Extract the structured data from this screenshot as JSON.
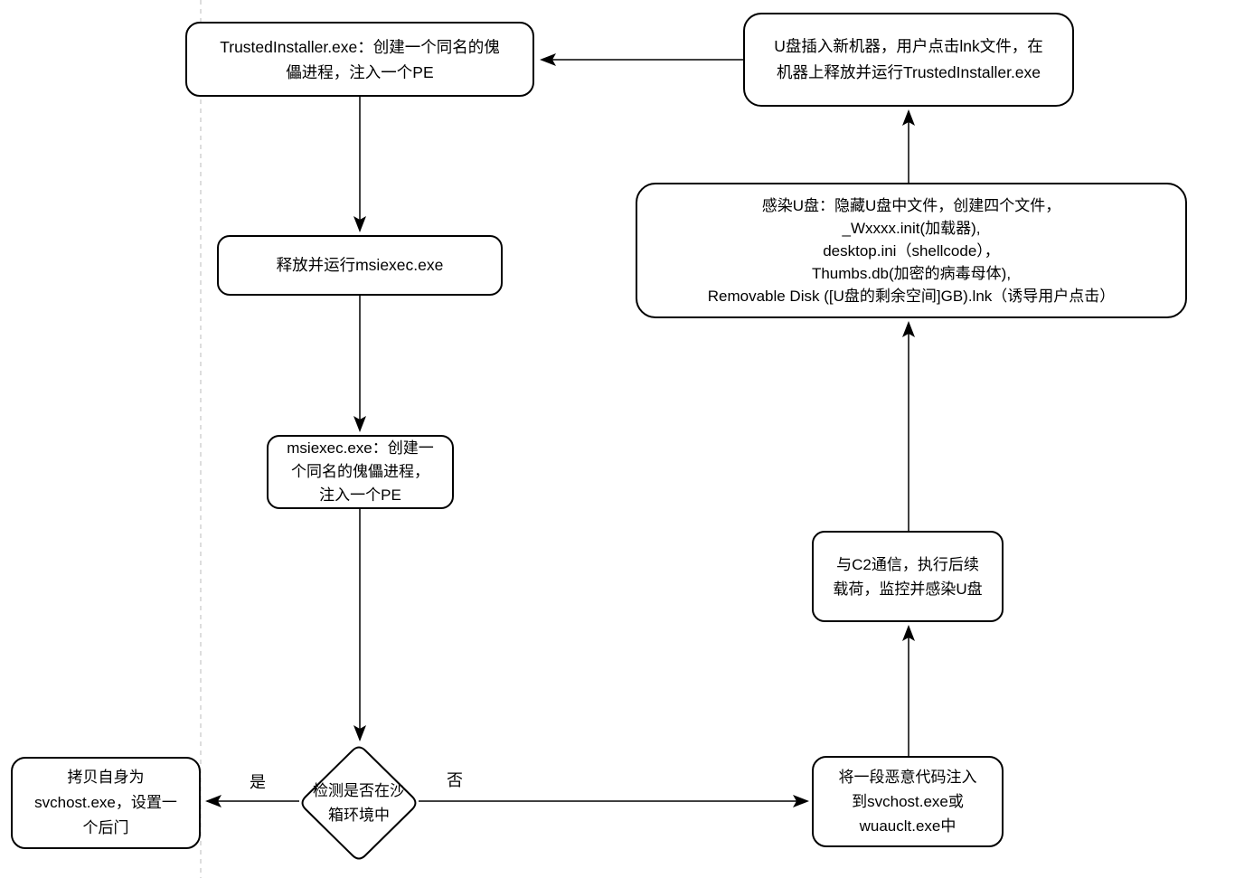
{
  "diagram": {
    "type": "flowchart",
    "nodes": {
      "usb_new_machine": "U盘插入新机器，用户点击lnk文件，在\n机器上释放并运行TrustedInstaller.exe",
      "trusted_installer_puppet": "TrustedInstaller.exe：创建一个同名的傀\n儡进程，注入一个PE",
      "release_run_msiexec": "释放并运行msiexec.exe",
      "infect_usb": "感染U盘：隐藏U盘中文件，创建四个文件，\n_Wxxxx.init(加载器),\ndesktop.ini（shellcode），\nThumbs.db(加密的病毒母体),\nRemovable Disk ([U盘的剩余空间]GB).lnk（诱导用户点击）",
      "msiexec_puppet": "msiexec.exe：创建一\n个同名的傀儡进程，\n注入一个PE",
      "c2_communicate": "与C2通信，执行后续\n载荷，监控并感染U盘",
      "sandbox_check": "检测是否在沙\n箱环境中",
      "copy_svchost_backdoor": "拷贝自身为\nsvchost.exe，设置一\n个后门",
      "inject_malicious_code": "将一段恶意代码注入\n到svchost.exe或\nwuauclt.exe中"
    },
    "edge_labels": {
      "yes": "是",
      "no": "否"
    },
    "edges": [
      {
        "from": "usb_new_machine",
        "to": "trusted_installer_puppet",
        "label": ""
      },
      {
        "from": "trusted_installer_puppet",
        "to": "release_run_msiexec",
        "label": ""
      },
      {
        "from": "release_run_msiexec",
        "to": "msiexec_puppet",
        "label": ""
      },
      {
        "from": "msiexec_puppet",
        "to": "sandbox_check",
        "label": ""
      },
      {
        "from": "sandbox_check",
        "to": "copy_svchost_backdoor",
        "label": "是"
      },
      {
        "from": "sandbox_check",
        "to": "inject_malicious_code",
        "label": "否"
      },
      {
        "from": "inject_malicious_code",
        "to": "c2_communicate",
        "label": ""
      },
      {
        "from": "c2_communicate",
        "to": "infect_usb",
        "label": ""
      },
      {
        "from": "infect_usb",
        "to": "usb_new_machine",
        "label": ""
      }
    ],
    "colors": {
      "stroke": "#000000",
      "fill": "#ffffff",
      "background": "#ffffff",
      "guide_line": "#bbbbbb"
    }
  }
}
